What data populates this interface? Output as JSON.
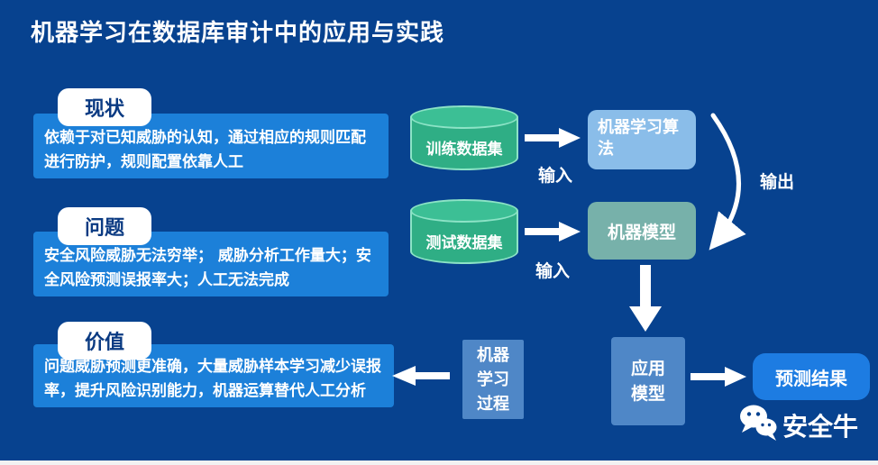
{
  "title": "机器学习在数据库审计中的应用与实践",
  "sections": [
    {
      "label": "现状",
      "body": "依赖于对已知威胁的认知，通过相应的规则匹配进行防护，规则配置依靠人工"
    },
    {
      "label": "问题",
      "body": "安全风险威胁无法穷举； 威胁分析工作量大；安全风险预测误报率大；人工无法完成"
    },
    {
      "label": "价值",
      "body": "问题威胁预测更准确，大量威胁样本学习减少误报率，提升风险识别能力，机器运算替代人工分析"
    }
  ],
  "datasets": {
    "train": "训练数据集",
    "test": "测试数据集"
  },
  "flow": {
    "input_top": "输入",
    "input_bottom": "输入",
    "output": "输出",
    "algorithm": "机器学习算法",
    "model": "机器模型",
    "apply": "应用模型",
    "process": "机器学习过程",
    "result": "预测结果"
  },
  "footer": {
    "brand": "安全牛"
  },
  "icons": {
    "wechat": "wechat-icon"
  },
  "colors": {
    "background": "#07428f",
    "content_box": "#1c80d9",
    "label_pill_bg": "#ffffff",
    "label_pill_text": "#0a3a82",
    "cylinder": "#2fae85",
    "cylinder_border": "#8ce3c6",
    "algorithm_box": "#8abde9",
    "model_box": "#77b1aa",
    "apply_box": "#4f87c7",
    "process_box": "#4f87c7",
    "result_box": "#1d7ce2",
    "arrow": "#ffffff"
  }
}
